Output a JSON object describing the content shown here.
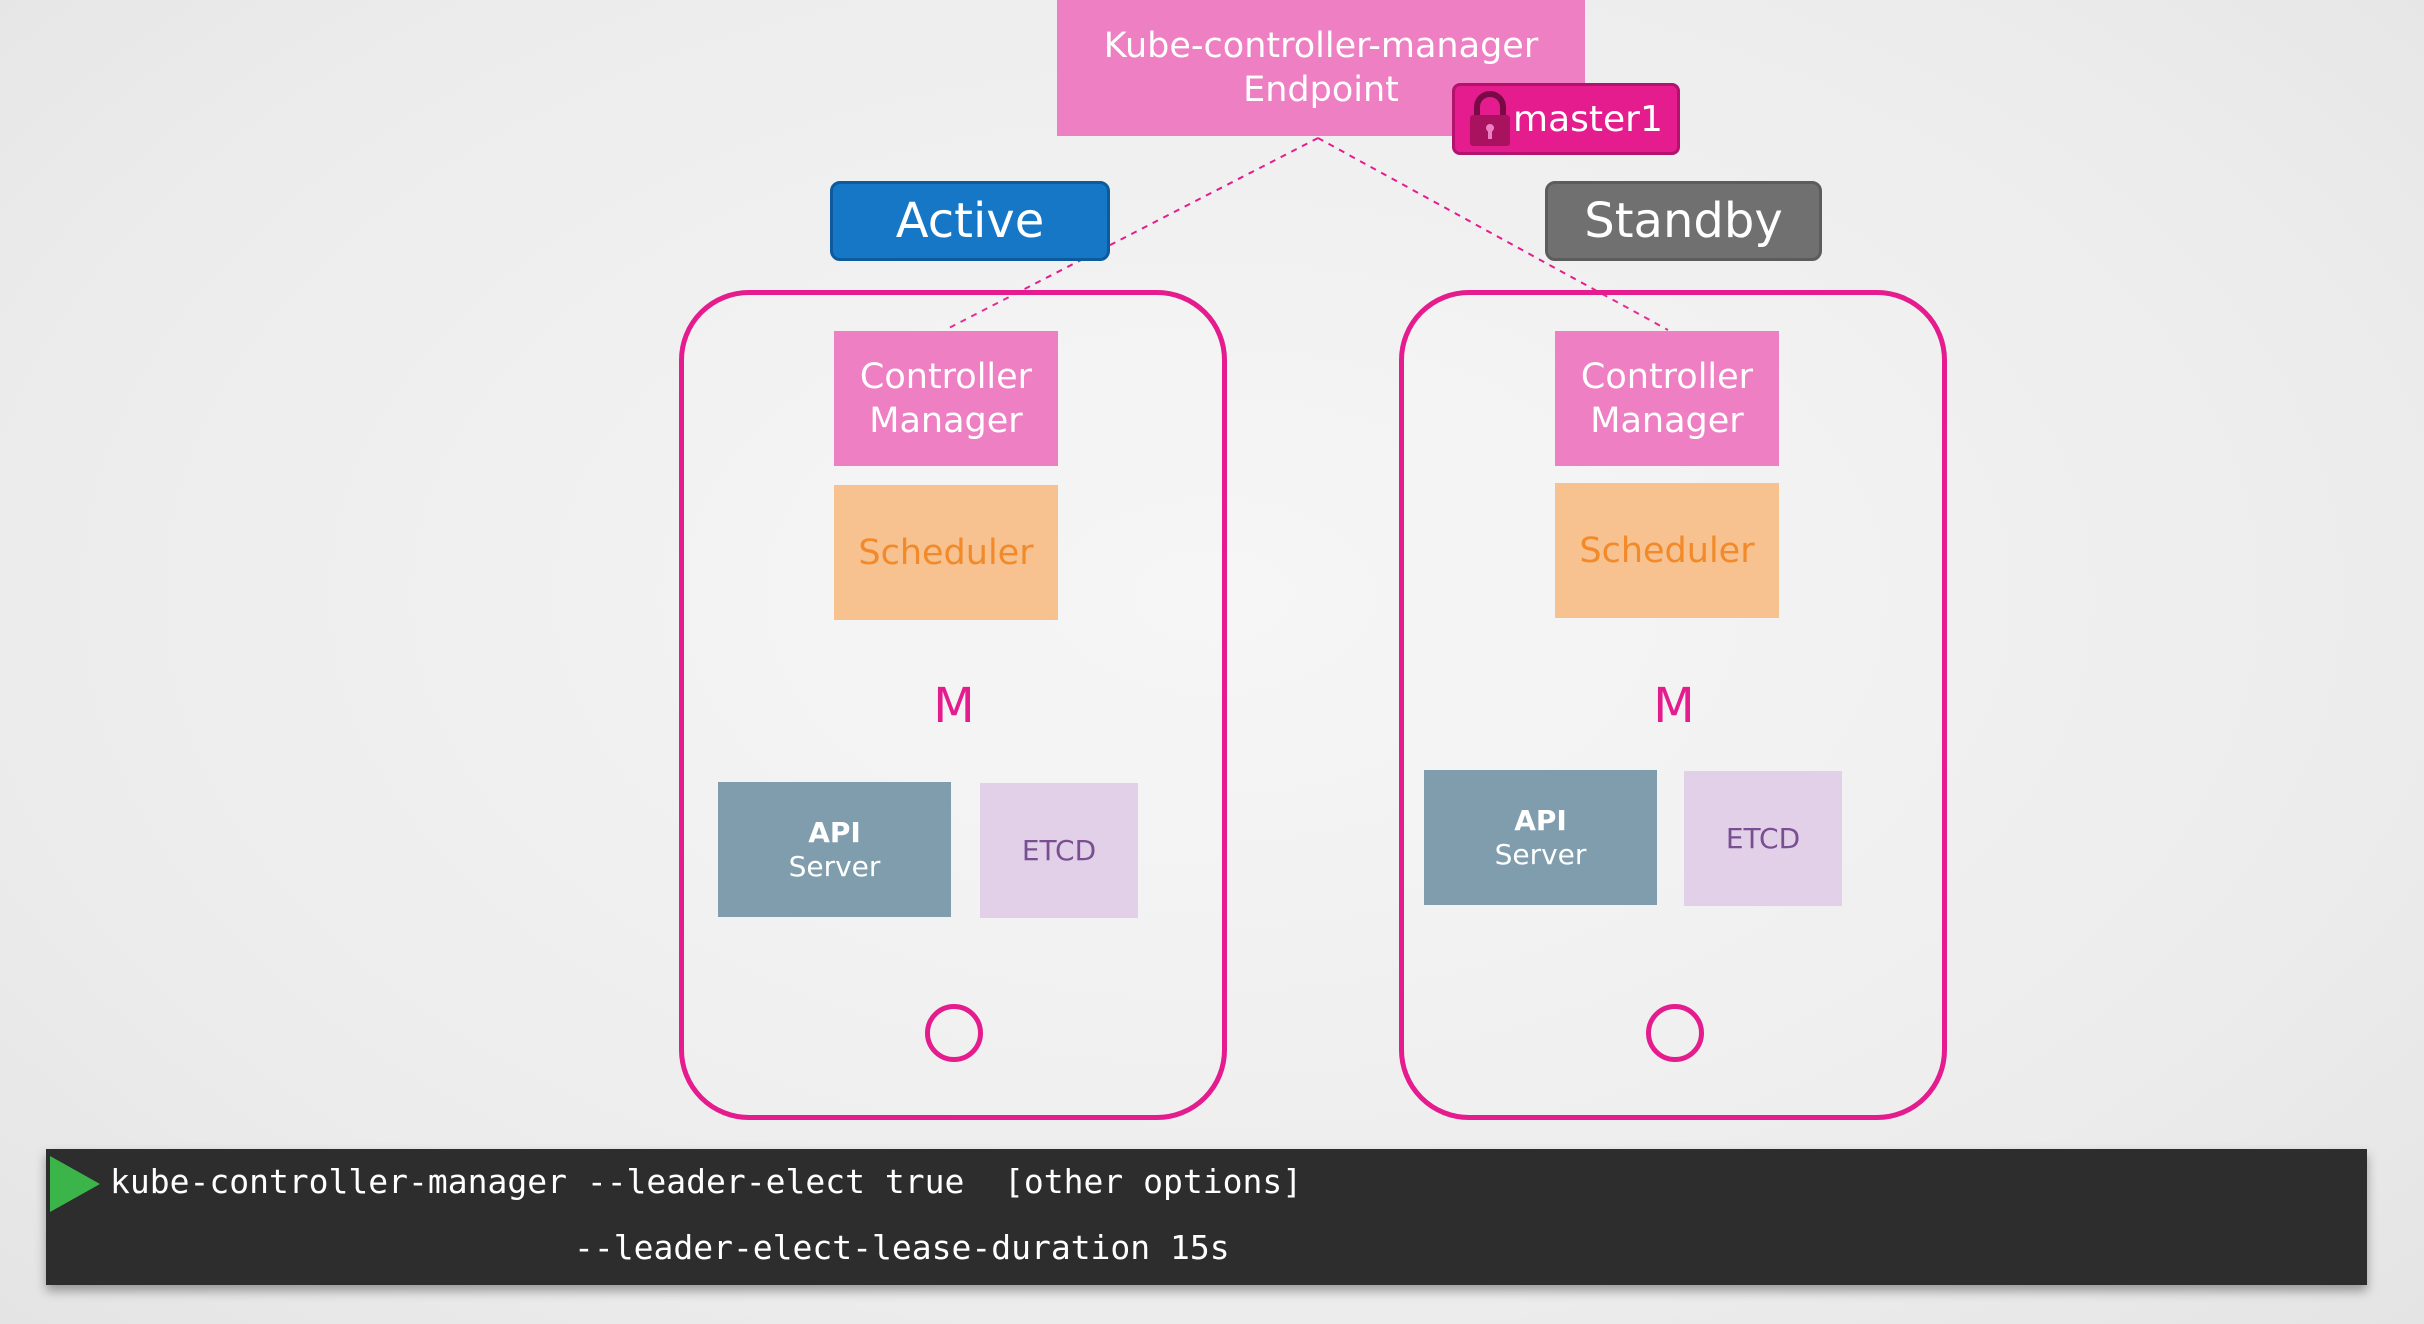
{
  "endpoint": {
    "line1": "Kube-controller-manager",
    "line2": "Endpoint"
  },
  "badge": {
    "label": "master1",
    "icon": "lock-icon"
  },
  "states": {
    "active": "Active",
    "standby": "Standby"
  },
  "nodes": [
    {
      "controller_line1": "Controller",
      "controller_line2": "Manager",
      "scheduler": "Scheduler",
      "m": "M",
      "api_line1": "API",
      "api_line2": "Server",
      "etcd": "ETCD"
    },
    {
      "controller_line1": "Controller",
      "controller_line2": "Manager",
      "scheduler": "Scheduler",
      "m": "M",
      "api_line1": "API",
      "api_line2": "Server",
      "etcd": "ETCD"
    }
  ],
  "terminal": {
    "line1": "kube-controller-manager --leader-elect true  [other options]",
    "line2": "--leader-elect-lease-duration 15s"
  },
  "colors": {
    "pink": "#e41c8d",
    "light_pink": "#ee7fc3",
    "active_blue": "#1677c6",
    "standby_gray": "#707070",
    "scheduler_orange": "#f7c290",
    "api_gray_blue": "#7f9dad",
    "etcd_lavender": "#e1d0e8",
    "terminal_bg": "#2d2d2d",
    "play_green": "#3bb54a"
  }
}
